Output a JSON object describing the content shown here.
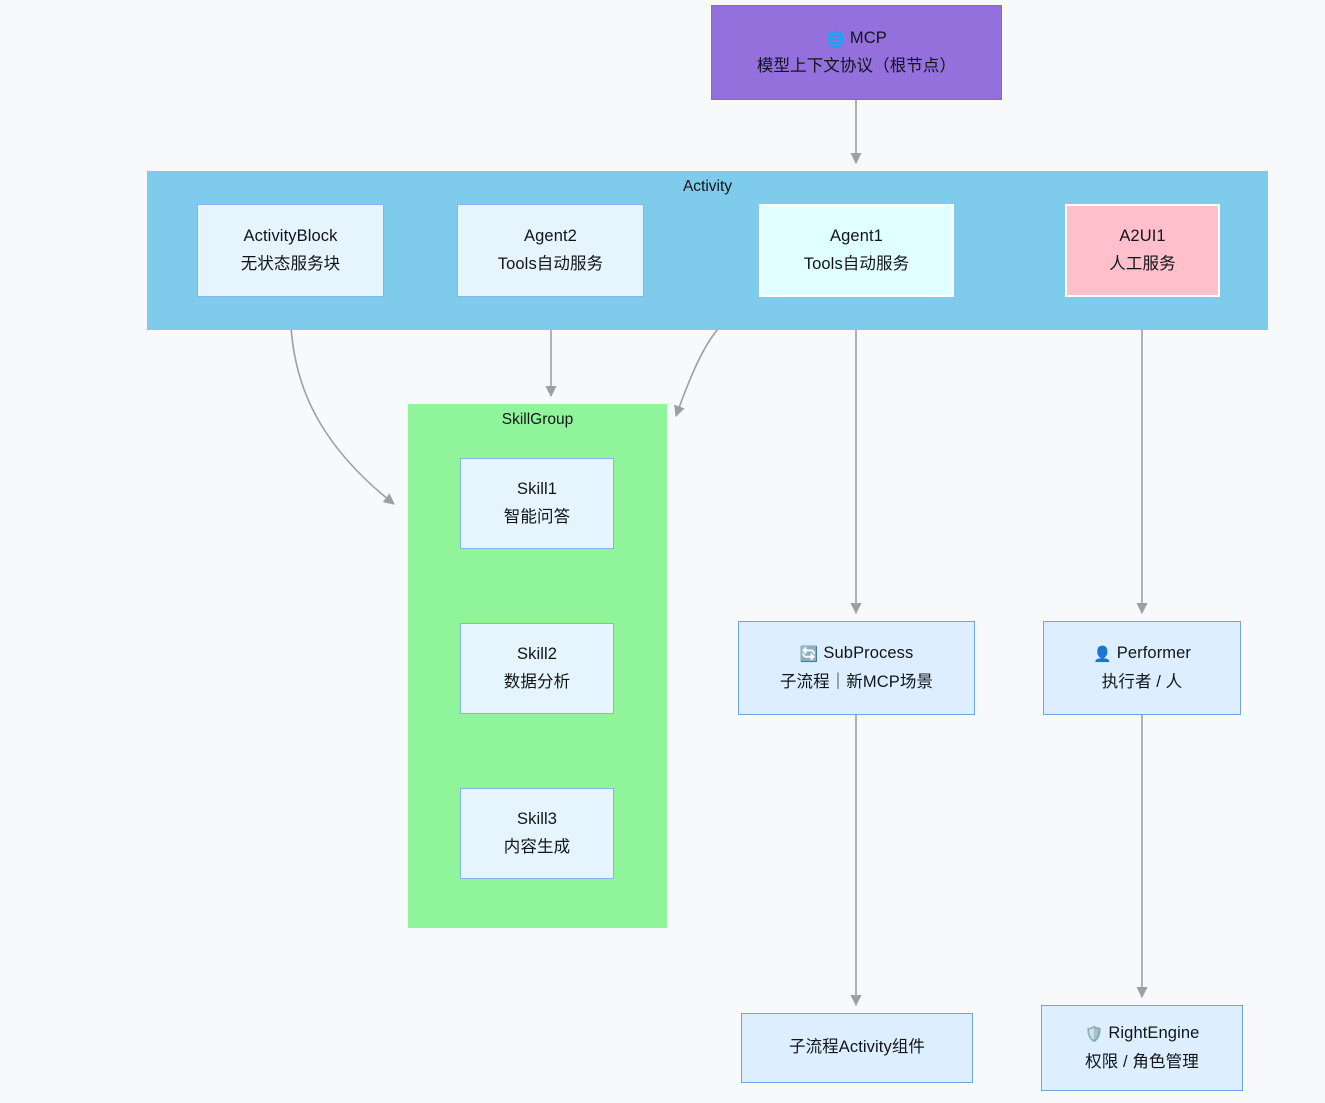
{
  "diagram": {
    "background_color": "#f7f9fb",
    "edge_color": "#9aa0a6",
    "groups": [
      {
        "id": "activity",
        "label": "Activity",
        "fill": "#7ecbeb"
      },
      {
        "id": "skillgroup",
        "label": "SkillGroup",
        "fill": "#90f59a"
      }
    ],
    "nodes": [
      {
        "id": "mcp",
        "icon": "globe-icon",
        "icon_glyph": "🌐",
        "line1": "MCP",
        "line2": "模型上下文协议（根节点）",
        "fill": "#9370db",
        "border": "#8a63d2"
      },
      {
        "id": "activityblock",
        "line1": "ActivityBlock",
        "line2": "无状态服务块",
        "fill": "#e5f4fd",
        "border": "#85b4ec"
      },
      {
        "id": "agent2",
        "line1": "Agent2",
        "line2": "Tools自动服务",
        "fill": "#e5f4fd",
        "border": "#85b4ec"
      },
      {
        "id": "agent1",
        "line1": "Agent1",
        "line2": "Tools自动服务",
        "fill": "#e0ffff",
        "border": "#ffffff"
      },
      {
        "id": "a2ui1",
        "line1": "A2UI1",
        "line2": "人工服务",
        "fill": "#ffc0cb",
        "border": "#ffffff"
      },
      {
        "id": "skill1",
        "line1": "Skill1",
        "line2": "智能问答",
        "fill": "#e5f4fd",
        "border": "#85b4ec"
      },
      {
        "id": "skill2",
        "line1": "Skill2",
        "line2": "数据分析",
        "fill": "#e5f4fd",
        "border": "#85b4ec"
      },
      {
        "id": "skill3",
        "line1": "Skill3",
        "line2": "内容生成",
        "fill": "#e5f4fd",
        "border": "#85b4ec"
      },
      {
        "id": "subprocess",
        "icon": "cycle-icon",
        "icon_glyph": "🔄",
        "line1": "SubProcess",
        "line2": "子流程｜新MCP场景",
        "fill": "#ddefff",
        "border": "#6ba5e7"
      },
      {
        "id": "performer",
        "icon": "person-icon",
        "icon_glyph": "👤",
        "line1": "Performer",
        "line2": "执行者 / 人",
        "fill": "#ddefff",
        "border": "#6ba5e7"
      },
      {
        "id": "subactivity",
        "line1": "子流程Activity组件",
        "line2": "",
        "fill": "#ddefff",
        "border": "#6ba5e7"
      },
      {
        "id": "rightengine",
        "icon": "shield-icon",
        "icon_glyph": "🛡️",
        "line1": "RightEngine",
        "line2": "权限 / 角色管理",
        "fill": "#ddefff",
        "border": "#6ba5e7"
      }
    ],
    "edges": [
      {
        "from": "mcp",
        "to": "activity"
      },
      {
        "from": "activityblock",
        "to": "skillgroup"
      },
      {
        "from": "agent2",
        "to": "skillgroup"
      },
      {
        "from": "agent1",
        "to": "skillgroup"
      },
      {
        "from": "agent1",
        "to": "subprocess"
      },
      {
        "from": "a2ui1",
        "to": "performer"
      },
      {
        "from": "subprocess",
        "to": "subactivity"
      },
      {
        "from": "performer",
        "to": "rightengine"
      }
    ]
  }
}
